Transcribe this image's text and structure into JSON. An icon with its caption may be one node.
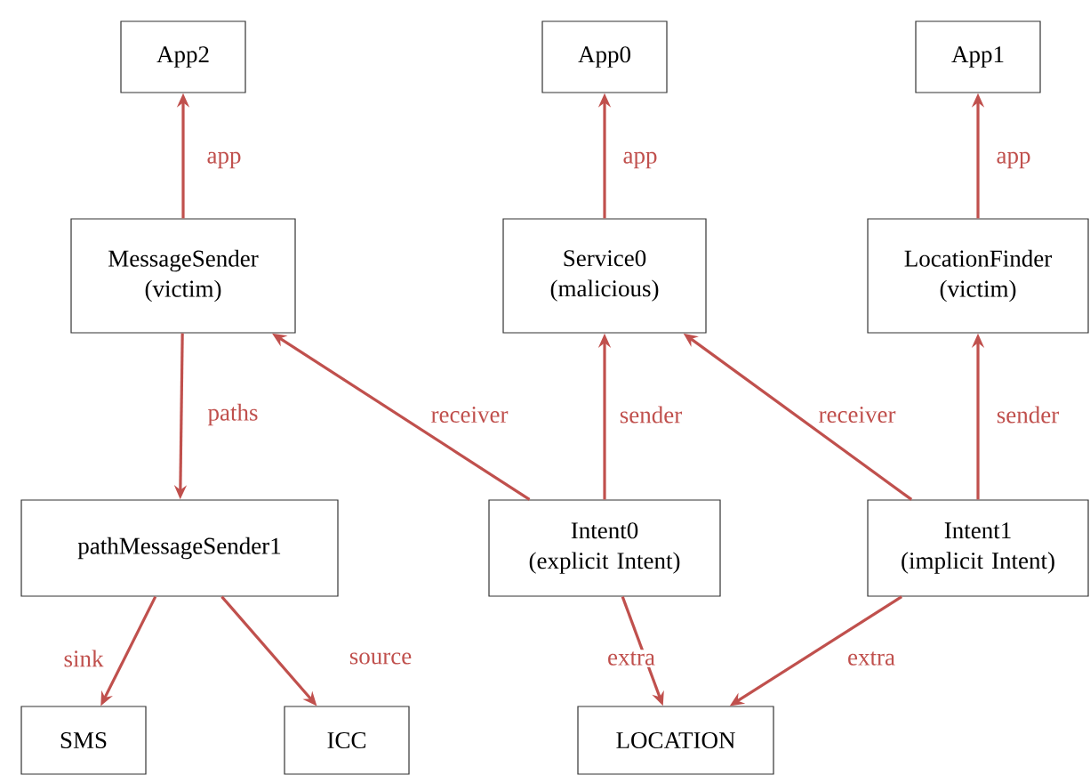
{
  "diagram": {
    "nodes": [
      {
        "text": [
          "App2"
        ]
      },
      {
        "text": [
          "App0"
        ]
      },
      {
        "text": [
          "App1"
        ]
      },
      {
        "text": [
          "MessageSender (victim)"
        ]
      },
      {
        "text": [
          "Service0 (malicious)"
        ]
      },
      {
        "text": [
          "LocationFinder (victim)"
        ]
      },
      {
        "text": [
          "pathMessageSender1"
        ]
      },
      {
        "text": [
          "Intent0 (explicit Intent)"
        ]
      },
      {
        "text": [
          "Intent1 (implicit Intent)"
        ]
      },
      {
        "text": [
          "SMS"
        ]
      },
      {
        "text": [
          "ICC"
        ]
      },
      {
        "text": [
          "LOCATION"
        ]
      }
    ],
    "edges": [
      {
        "from": 3,
        "to": 0,
        "arrow": "to",
        "label": "app"
      },
      {
        "from": 4,
        "to": 1,
        "arrow": "to",
        "label": "app"
      },
      {
        "from": 5,
        "to": 2,
        "arrow": "to",
        "label": "app"
      },
      {
        "from": 3,
        "to": 6,
        "arrow": "to",
        "label": "paths"
      },
      {
        "from": 7,
        "to": 3,
        "arrow": "to",
        "label": "receiver"
      },
      {
        "from": 7,
        "to": 4,
        "arrow": "to",
        "label": "sender"
      },
      {
        "from": 8,
        "to": 4,
        "arrow": "to",
        "label": "receiver"
      },
      {
        "from": 8,
        "to": 5,
        "arrow": "to",
        "label": "sender"
      },
      {
        "from": 6,
        "to": 9,
        "arrow": "to",
        "label": "sink"
      },
      {
        "from": 6,
        "to": 10,
        "arrow": "to",
        "label": "source"
      },
      {
        "from": 7,
        "to": 11,
        "arrow": "to",
        "label": "extra"
      },
      {
        "from": 8,
        "to": 11,
        "arrow": "to",
        "label": "extra"
      }
    ]
  }
}
